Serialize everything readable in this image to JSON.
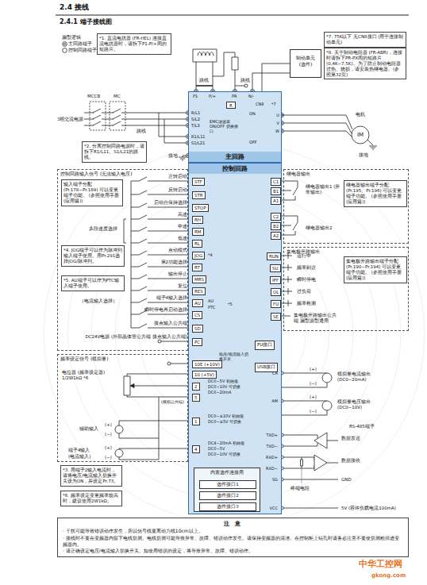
{
  "diagram": {
    "title": "2.4.1 端子接线图",
    "nodes": [
      {
        "text": [
          "主回路"
        ]
      },
      {
        "text": [
          "控制回路"
        ]
      },
      {
        "text": [
          "STF"
        ],
        "in": 1
      },
      {
        "text": [
          "STR"
        ],
        "in": 1
      },
      {
        "text": [
          "STOP"
        ],
        "in": 1
      },
      {
        "text": [
          "RH"
        ],
        "in": 1
      },
      {
        "text": [
          "RM"
        ],
        "in": 1
      },
      {
        "text": [
          "RL"
        ],
        "in": 1
      },
      {
        "text": [
          "JOG"
        ],
        "in": 1
      },
      {
        "text": [
          "RT"
        ],
        "in": 1
      },
      {
        "text": [
          "MRS"
        ],
        "in": 1
      },
      {
        "text": [
          "RES"
        ],
        "in": 1
      },
      {
        "text": [
          "AU"
        ],
        "in": 1
      },
      {
        "text": [
          "CS"
        ],
        "in": 1
      },
      {
        "text": [
          "SD"
        ],
        "in": 1
      },
      {
        "text": [
          "PC"
        ],
        "in": 1
      },
      {
        "text": [
          "10E (+10V)"
        ],
        "in": 1
      },
      {
        "text": [
          "10 (+5V)"
        ],
        "in": 1
      },
      {
        "text": [
          "2"
        ],
        "in": 1
      },
      {
        "text": [
          "5"
        ],
        "in": 1
      },
      {
        "text": [
          "1"
        ],
        "in": 1
      },
      {
        "text": [
          "4"
        ],
        "in": 1
      },
      {
        "text": [
          "C1"
        ],
        "in": 1
      },
      {
        "text": [
          "B1"
        ],
        "in": 1
      },
      {
        "text": [
          "A1"
        ],
        "in": 1
      },
      {
        "text": [
          "C2"
        ],
        "in": 1
      },
      {
        "text": [
          "B2"
        ],
        "in": 1
      },
      {
        "text": [
          "A2"
        ],
        "in": 1
      },
      {
        "text": [
          "RUN"
        ],
        "in": 1
      },
      {
        "text": [
          "SU"
        ],
        "in": 1
      },
      {
        "text": [
          "IPF"
        ],
        "in": 1
      },
      {
        "text": [
          "OL"
        ],
        "in": 1
      },
      {
        "text": [
          "FU"
        ],
        "in": 1
      },
      {
        "text": [
          "SE"
        ],
        "in": 1
      },
      {
        "text": [
          "PU接口"
        ],
        "in": 1
      },
      {
        "text": [
          "USB接口"
        ],
        "in": 1
      },
      {
        "text": [
          "内置选件连接用"
        ],
        "in": 1
      },
      {
        "text": [
          "选件接口1"
        ],
        "in": 36
      },
      {
        "text": [
          "选件接口2"
        ],
        "in": 36
      },
      {
        "text": [
          "选件接口3"
        ],
        "in": 36
      },
      {
        "text": [
          "电机",
          "IM"
        ]
      },
      {
        "text": [
          "制动单元 (选件)"
        ]
      },
      {
        "text": [
          "R"
        ],
        "in": 0
      },
      {
        "text": [
          "*1. 直流电抗器 (FR-HEL) 连接直流电抗器时，请拆下P1-P/+间的短路片。"
        ]
      },
      {
        "text": [
          "*7. 75K以下 无CN8接口 (用于连接制动单元)"
        ]
      },
      {
        "text": [
          "*8. 关于制动电阻器 (FR-ABR)，连接时请拆下PR-PX间的短路片 (0.4K~7.5K)。为了防止制动电阻器过热、烧损，请安装热继电器。(参照第32页)"
        ]
      },
      {
        "text": [
          "*2. 分离控制回路电源时，请拆下R1/L11、S1/L21的跳线。"
        ]
      },
      {
        "text": [
          "控制回路输入信号 (无法输入电压)"
        ]
      },
      {
        "text": [
          "输入端子分配 (Pr.178~Pr.189) 可以变更端子功能。 (参照使用手册 (应用篇))"
        ],
        "in": 47
      },
      {
        "text": [
          "*4. JOG端子可以作为脉冲列输入端子使用。用Pr.291选择JOG/脉冲列。"
        ],
        "in": 47
      },
      {
        "text": [
          "*5. AU端子可以作为PTC输入端子使用。"
        ],
        "in": 47
      },
      {
        "text": [
          "频率设定信号 (模拟量)"
        ]
      },
      {
        "text": [
          "*3. 用端子2输入电流时，请将电压/电流输入切换开关设为ON，并设定Pr.73。"
        ]
      },
      {
        "text": [
          "*6. 频率设定变更频率较高时，建议使用2W1kΩ。"
        ]
      },
      {
        "text": [
          "继电器输出"
        ]
      },
      {
        "text": [
          "继电器输出端子分配 (Pr.195、Pr.196) 可以变更端子功能。 (参照使用手册 (应用篇))"
        ],
        "in": 54
      },
      {
        "text": [
          "集电极开路输出"
        ]
      },
      {
        "text": [
          "集电极开路输出端子分配 (Pr.190~Pr.194) 可以变更端子功能。 (参照使用手册 (应用篇))"
        ],
        "in": 56
      },
      {
        "text": [
          "注 意",
          "· 干扰可能导致错误动作发生，所以信号线要离动力线10cm以上。",
          "· 接线时不要在变频器内留下电线切屑。电线切屑可能导致异常、故障、错误动作发生。请保持变频器的清洁。在控制柜上钻孔时请务必注意不要使切屑粉掉进变频器内。",
          "· 请正确设定电压/电流输入切换开关。如使用错误的设定，将导致异常、故障、错误动作。"
        ]
      }
    ],
    "edges": [
      {
        "from": 0,
        "to": 40,
        "arrow": "none"
      },
      {
        "from": 41,
        "to": 0,
        "arrow": "none"
      }
    ],
    "labels": [
      "2.4 接线",
      "漏型逻辑",
      "跳线",
      "跳线",
      "P1",
      "P/+",
      "PR",
      "N/-",
      "CN8",
      "*7",
      "MCCB",
      "MC",
      "3相交流电源",
      "R/L1",
      "S/L2",
      "T/L3",
      "R1/L11",
      "S1/L21",
      "跳线",
      "接地",
      "EMC滤波器 ON/OFF 切换接口",
      "ON",
      "OFF",
      "U",
      "V",
      "W",
      "接地",
      "正转启动",
      "反转启动",
      "启动自保持选择",
      "高速",
      "中速",
      "多段速度选择",
      "低速",
      "点动模式",
      "第2功能选择",
      "输出停止",
      "复位",
      "端子4输入选择",
      "（电流输入选择）",
      "瞬时停电再启动选择",
      "接点输入公共端",
      "DC24V电源 (外部晶体管公共端 接点输入公共端)",
      "*4",
      "AU",
      "PTC",
      "*5",
      "电位器 (频率设定器) 1/2W1kΩ *6",
      "辅助输入",
      "(+)",
      "(−)",
      "端子4输入",
      "(+)",
      "(−)",
      "(电流输入)",
      "DC0~5V 初始值",
      "DC0~10V 可切换",
      "DC0~20mA",
      "DC0~±10V 初始值",
      "DC0~±5V 可切换",
      "DC4~20mA 初始值",
      "DC0~5V",
      "DC0~10V 可切换",
      "电压/电流输入切换开关",
      "(模拟公共端)",
      "继电器输出1 (异常输出)",
      "继电器输出2",
      "运行中",
      "频率到达",
      "瞬时停电",
      "过负荷",
      "频率检测",
      "集电极开路输出公共端 漏型源型通用",
      "CA",
      "AM",
      "(+)",
      "(−)",
      "模拟量电流输出 (DC0~20mA)",
      "(+)",
      "(−)",
      "模拟量电压输出 (DC0~10V)",
      "RS-485端子",
      "TXD+",
      "TXD−",
      "RXD+",
      "RXD−",
      "SG",
      "VCC",
      "数据发送",
      "数据接收",
      "GND",
      "终端电阻",
      "5V (容许负载电流100mA)",
      "中华工控网",
      "gkong.com"
    ],
    "legend": [
      {
        "text": "主回路端子"
      },
      {
        "text": "控制回路端子"
      }
    ]
  }
}
